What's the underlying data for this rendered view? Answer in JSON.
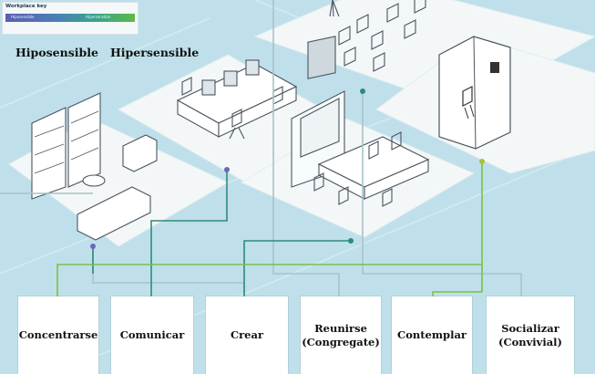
{
  "key": {
    "title": "Workplace key",
    "hypo_label": "Hiposensible",
    "hyper_label": "Hipersensible"
  },
  "sensitivity": {
    "hypo": "Hiposensible",
    "hyper": "Hipersensible"
  },
  "activities": [
    "Concentrarse",
    "Comunicar",
    "Crear",
    "Reunirse (Congregate)",
    "Contemplar",
    "Socializar (Convivial)"
  ],
  "colors": {
    "background": "#bfe0ea",
    "hypo": "#6a68b8",
    "hyper": "#7cc042",
    "connector_teal": "#2e8b7a",
    "connector_green": "#7cc042",
    "connector_gray": "#a9c2cb",
    "floor": "#f4f7f8"
  }
}
